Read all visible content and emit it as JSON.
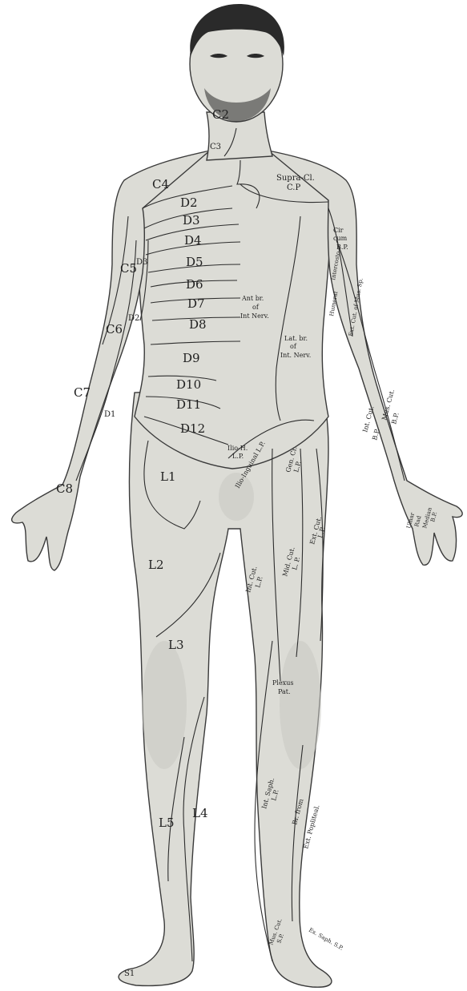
{
  "labels": {
    "c2": "C2",
    "c3": "C3",
    "c4": "C4",
    "c5": "C5",
    "c6": "C6",
    "c7": "C7",
    "c8": "C8",
    "d1": "D1",
    "d2": "D2",
    "d2_arm": "D2",
    "d3": "D3",
    "d3_arm": "D3",
    "d4": "D4",
    "d5": "D5",
    "d6": "D6",
    "d7": "D7",
    "d8": "D8",
    "d9": "D9",
    "d10": "D10",
    "d11": "D11",
    "d12": "D12",
    "l1": "L1",
    "l2": "L2",
    "l3": "L3",
    "l4": "L4",
    "l5": "L5",
    "s1": "S1",
    "supra_cl_1": "Supra-Cl.",
    "supra_cl_2": "C.P",
    "ant_br_1": "Ant br.",
    "ant_br_2": "of",
    "ant_br_3": "Int Nerv.",
    "lat_br_1": "Lat. br.",
    "lat_br_2": "of",
    "lat_br_3": "Int. Nerv.",
    "circum_1": "Cir",
    "circum_2": "cum",
    "circum_3": "B.P.",
    "intercosto": "Intercosto",
    "humeral": "Humeral",
    "ext_cut": "Ext. Cut. of Mus. Sp.",
    "int_cut_bp": "Int. Cut.",
    "int_cut_bp_2": "B.P.",
    "mus_cut": "Mus. Cut.",
    "mus_cut_2": "B.P.",
    "ulnar": "Ulnar",
    "rad": "Rad",
    "median": "Median",
    "median_bp": "B.P.",
    "ilio_h_1": "Ilio-H.",
    "ilio_h_2": "L.P.",
    "ilio_inguinal": "Ilio-Inguinal L.P.",
    "gen_cr": "Gen. Cr.",
    "gen_cr_2": "L.P.",
    "ext_cut_lp": "Ext. Cut.",
    "ext_cut_lp_2": "L.P.",
    "mid_cut": "Mid. Cut.",
    "mid_cut_2": "L. P.",
    "int_cut_lp": "Int. Cut.",
    "int_cut_lp_2": "L.P.",
    "plexus_1": "Plexus",
    "plexus_2": "Pat.",
    "int_saph": "Int. Saph.",
    "int_saph_2": "L.P.",
    "br_from": "Br. from",
    "ext_popliteal": "Ext. Popliteal.",
    "mus_cut_sp": "Mus. Cut.",
    "mus_cut_sp_2": "S.P.",
    "ex_saph": "Ex. Saph. S.P."
  },
  "colors": {
    "skin": "#dcdcd6",
    "ink": "#2d2d2d",
    "hair": "#2a2a2a"
  }
}
